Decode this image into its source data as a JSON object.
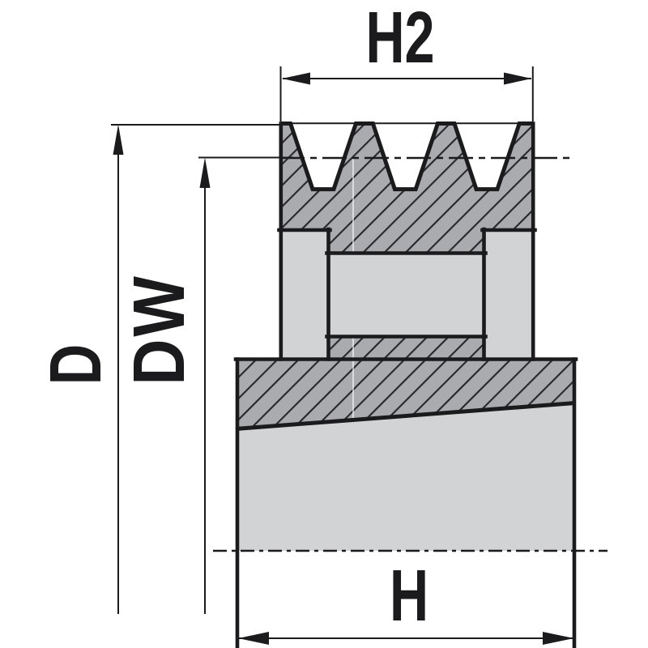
{
  "labels": {
    "h2": "H2",
    "d": "D",
    "dw": "DW",
    "h": "H"
  },
  "colors": {
    "background": "#ffffff",
    "outline": "#1b1b1d",
    "section_hatch_fill": "#a9abae",
    "hatch_line": "#27272b",
    "part_fill_light": "#d2d3d5"
  }
}
